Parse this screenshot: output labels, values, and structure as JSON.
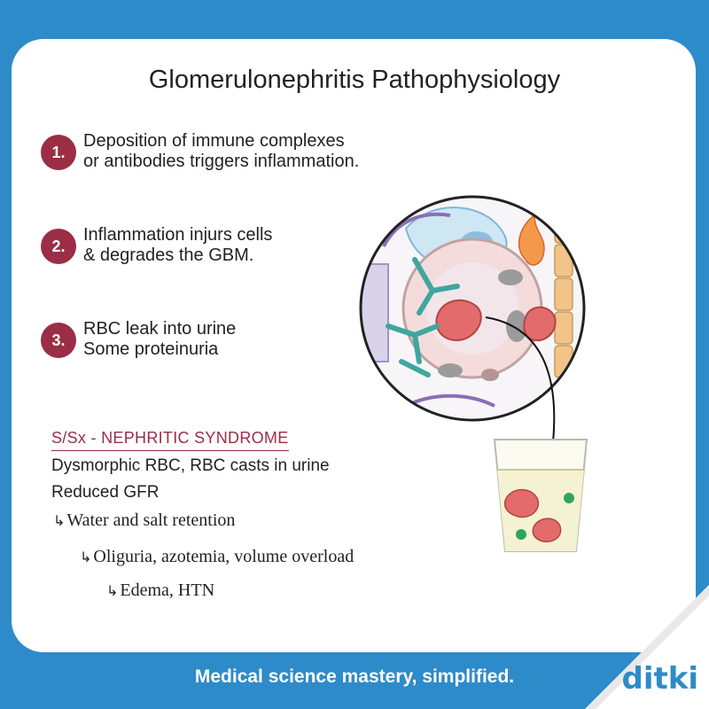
{
  "title": "Glomerulonephritis Pathophysiology",
  "steps": [
    {
      "number": "1.",
      "lines": [
        "Deposition of immune complexes",
        "or antibodies triggers inflammation."
      ]
    },
    {
      "number": "2.",
      "lines": [
        "Inflammation injurs cells",
        "& degrades the GBM."
      ]
    },
    {
      "number": "3.",
      "lines": [
        "RBC leak into urine",
        "Some proteinuria"
      ]
    }
  ],
  "signs": {
    "heading": "S/Sx - NEPHRITIC SYNDROME",
    "line1": "Dysmorphic RBC, RBC casts in urine",
    "line2": "Reduced GFR",
    "sub1": "Water and salt retention",
    "sub2": "Oliguria, azotemia, volume overload",
    "sub3": "Edema, HTN"
  },
  "footer": "Medical science mastery, simplified.",
  "brand": "ditki",
  "colors": {
    "background": "#2e8bc9",
    "accent": "#9b2d45",
    "antibody": "#3fa6a0",
    "rbc": "#e36b6b",
    "urine": "#f4f2d2",
    "particle": "#2fa55a"
  },
  "icons": {
    "subitem_arrow": "↳",
    "illustration": "glomerulus-magnified-icon",
    "cup": "urine-cup-icon"
  }
}
